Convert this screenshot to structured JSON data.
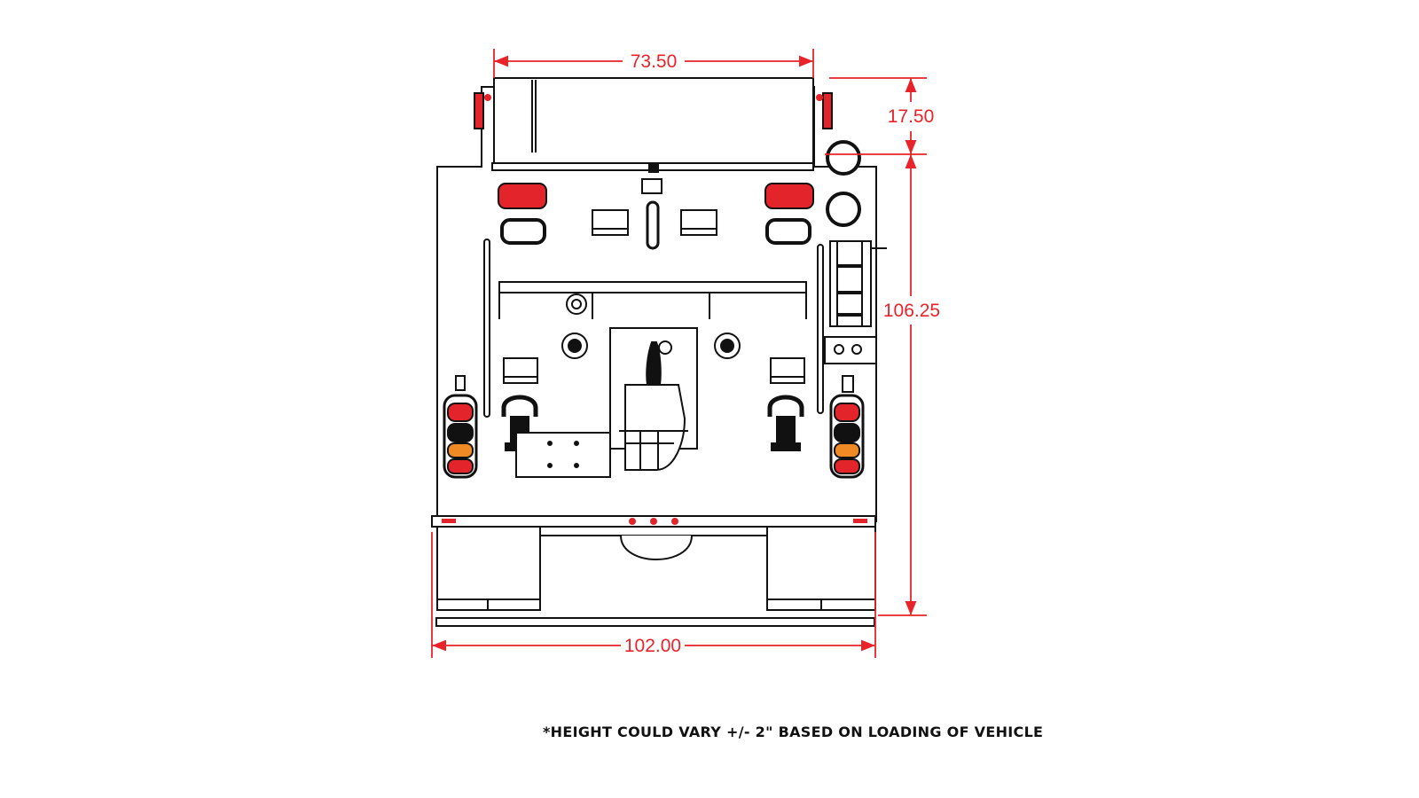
{
  "drawing": {
    "view": "rear elevation of apparatus",
    "line_color": "#111111",
    "dimension_color": "#e8232a",
    "light_colors": {
      "red": "#e4242b",
      "amber": "#f08a24"
    },
    "dimensions": {
      "top_width": "73.50",
      "light_bar_height": "17.50",
      "body_height": "106.25",
      "overall_width": "102.00"
    }
  },
  "note": "*HEIGHT COULD VARY +/- 2\" BASED ON LOADING OF VEHICLE"
}
